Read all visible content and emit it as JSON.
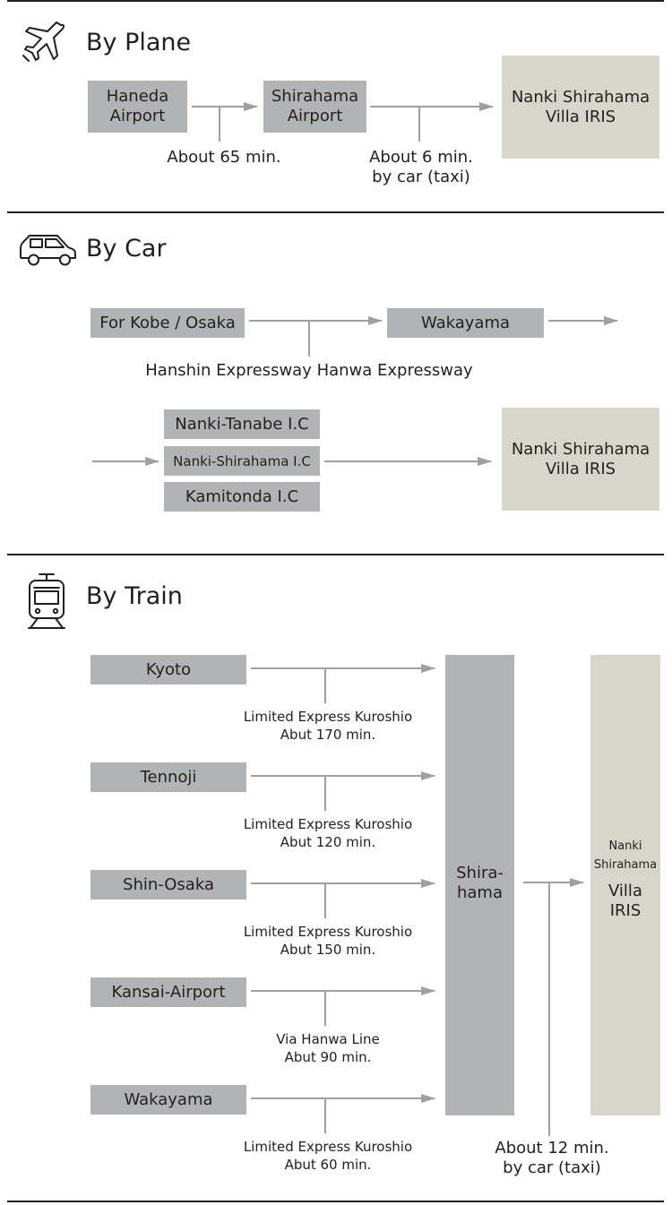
{
  "plane": {
    "title": "By Plane",
    "icon": "airplane-icon",
    "origin": "Haneda\nAirport",
    "airport": "Shirahama\nAirport",
    "flight_time": "About 65 min.",
    "taxi_time": "About 6 min.\nby car (taxi)",
    "destination": "Nanki  Shirahama\nVilla IRIS"
  },
  "car": {
    "title": "By Car",
    "icon": "car-icon",
    "origin": "For Kobe / Osaka",
    "waypoint": "Wakayama",
    "expressways": "Hanshin Expressway Hanwa Expressway",
    "interchanges": [
      "Nanki-Tanabe I.C",
      "Nanki-Shirahama I.C",
      "Kamitonda I.C"
    ],
    "destination": "Nanki  Shirahama\nVilla IRIS"
  },
  "train": {
    "title": "By Train",
    "icon": "train-icon",
    "routes": [
      {
        "station": "Kyoto",
        "detail": "Limited Express Kuroshio\nAbut 170 min."
      },
      {
        "station": "Tennoji",
        "detail": "Limited Express Kuroshio\nAbut 120 min."
      },
      {
        "station": "Shin-Osaka",
        "detail": "Limited Express Kuroshio\nAbut 150 min."
      },
      {
        "station": "Kansai-Airport",
        "detail": "Via Hanwa Line\nAbut 90 min."
      },
      {
        "station": "Wakayama",
        "detail": "Limited Express Kuroshio\nAbut 60 min."
      }
    ],
    "hub": "Shira-\nhama",
    "destination_small": "Nanki\nShirahama",
    "destination_large": "Villa\nIRIS",
    "taxi_time": "About 12 min.\nby car (taxi)"
  },
  "colors": {
    "station_box": "#b2b3b5",
    "destination_box": "#d8d5cb",
    "arrow": "#9fa0a2",
    "text": "#231f20"
  }
}
